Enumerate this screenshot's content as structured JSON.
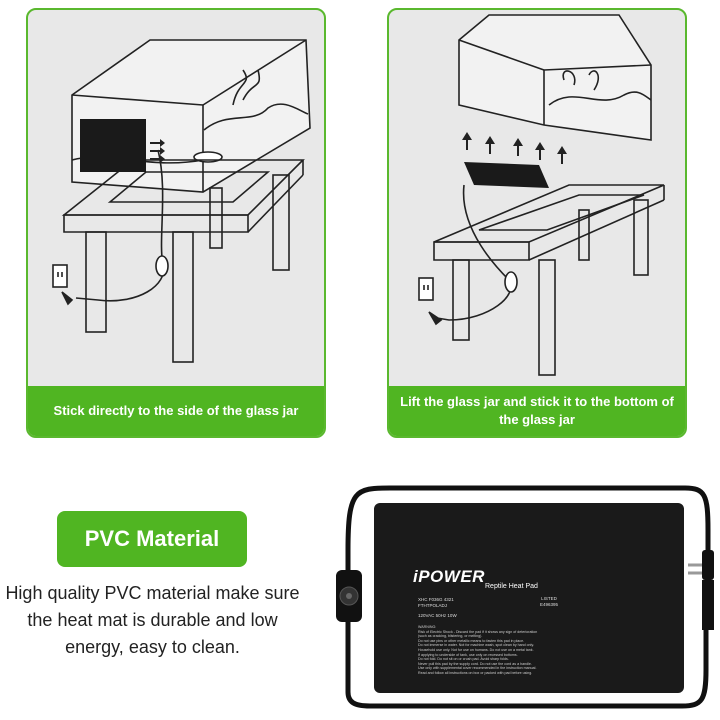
{
  "panels": [
    {
      "caption": "Stick directly to the side of the glass jar"
    },
    {
      "caption": "Lift the glass jar and stick it to the bottom of the glass jar"
    }
  ],
  "feature": {
    "badge": "PVC Material",
    "description": "High quality PVC material make sure the heat mat is durable and low energy, easy to clean."
  },
  "product": {
    "brand": "iPOWER",
    "name": "Reptile Heat Pad",
    "model": "XHC F036G    4321",
    "code": "FTHTPOLADJ",
    "rating": "120VAC 50Hz 10W",
    "ul_listed": "LISTED",
    "ul_code": "E496395",
    "warnings": [
      "WARNING:",
      "Risk of Electric Shock - Discard the pad if it shows any sign of deterioration",
      "(such as cracking, blistering, or melting).",
      "Do not use pins or other metallic means to fasten this pad in place.",
      "Do not immerse in water. Not for machine wash, spot clean by hand only.",
      "Household use only. Not for use on humans. Do not use on a metal tank.",
      "If applying to underside of tank, use only on recessed bottoms.",
      "Do not fold. Do not sit on or crush pad. Avoid sharp folds.",
      "Never pull this pad by the supply cord. Do not use the cord as a handle.",
      "Use only with supplemental cover recommended in the instruction manual.",
      "Read and follow all instructions on box or packed with pad before using."
    ]
  },
  "colors": {
    "accent": "#50b522",
    "panel_bg": "#e8e8e8",
    "pad": "#1a1a1a"
  }
}
